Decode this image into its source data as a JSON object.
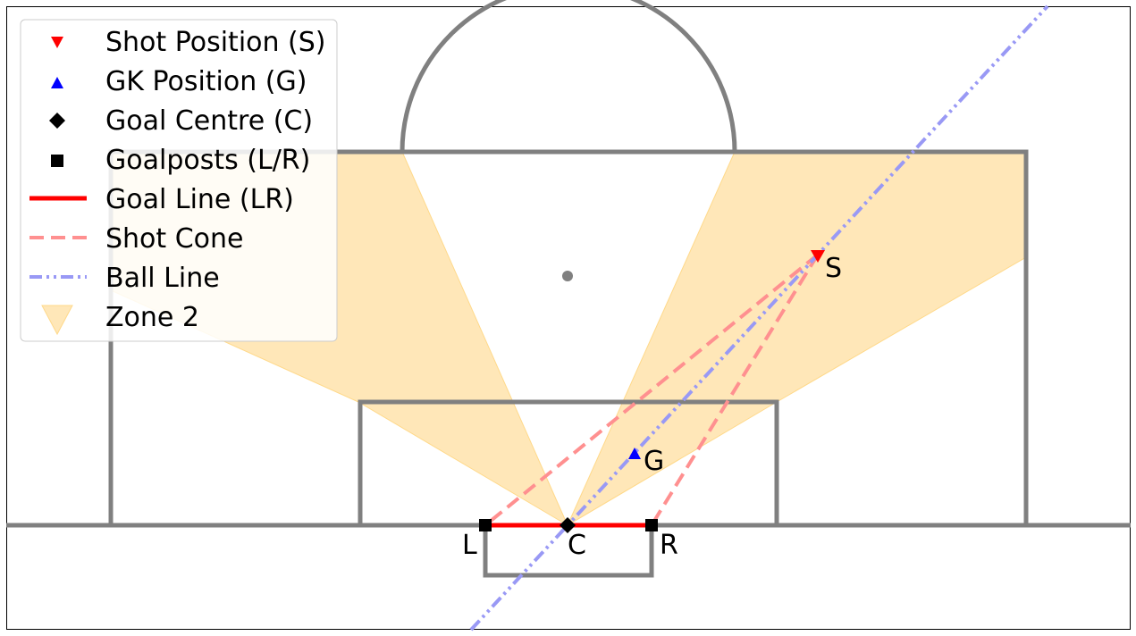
{
  "colors": {
    "pitch_line": "#808080",
    "zone": "#ffe7b8",
    "zone_edge": "#ffd98a",
    "goal_line": "#ff0000",
    "shot_cone": "#ff9090",
    "ball_line": "#9999f5",
    "shot_marker": "#ff0000",
    "gk_marker": "#0000ff",
    "centre_marker": "#000000",
    "post_marker": "#000000"
  },
  "icons": {
    "shot": "triangle-down-icon",
    "gk": "triangle-up-icon",
    "centre": "diamond-icon",
    "post": "square-icon"
  },
  "points": {
    "shot": {
      "label": "S"
    },
    "gk": {
      "label": "G"
    },
    "centre": {
      "label": "C"
    },
    "post_left": {
      "label": "L"
    },
    "post_right": {
      "label": "R"
    }
  },
  "legend": {
    "placement": "top-left",
    "items": [
      {
        "key": "shot",
        "label": "Shot Position (S)"
      },
      {
        "key": "gk",
        "label": "GK Position (G)"
      },
      {
        "key": "centre",
        "label": "Goal Centre (C)"
      },
      {
        "key": "posts",
        "label": "Goalposts (L/R)"
      },
      {
        "key": "goal_line",
        "label": "Goal Line (LR)"
      },
      {
        "key": "cone",
        "label": "Shot Cone"
      },
      {
        "key": "ball",
        "label": "Ball Line"
      },
      {
        "key": "zone",
        "label": "Zone 2"
      }
    ]
  }
}
